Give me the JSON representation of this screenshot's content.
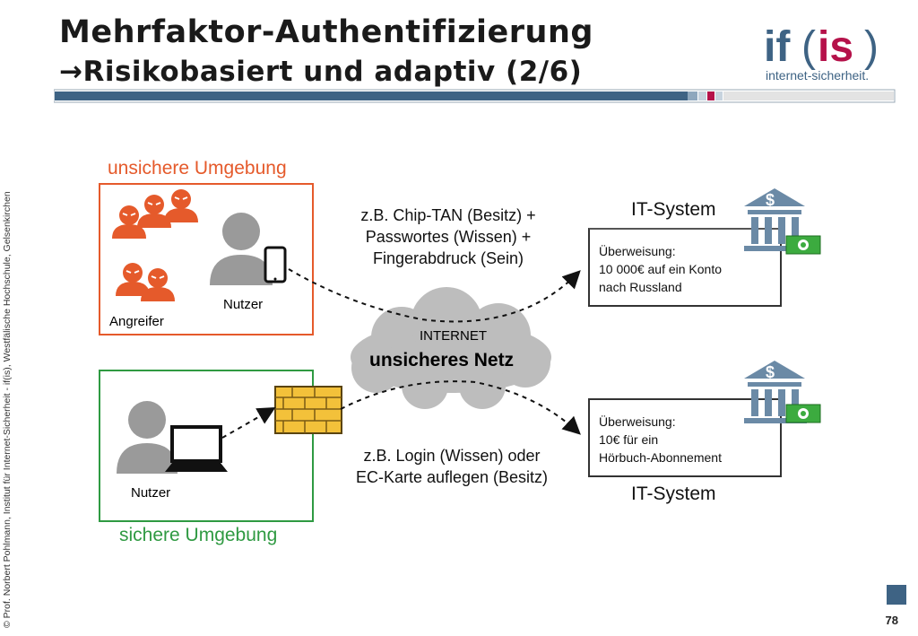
{
  "slide": {
    "title_line1": "Mehrfaktor-Authentifizierung",
    "title_line2_arrow": "→",
    "title_line2": "Risikobasiert und adaptiv (2/6)",
    "sidebar": "© Prof. Norbert Pohlmann, Institut für Internet-Sicherheit - if(is), Westfälische Hochschule, Gelsenkirchen",
    "page_number": "78"
  },
  "logo": {
    "mark_if": "if",
    "mark_is": "is",
    "tagline": "internet-sicherheit."
  },
  "diagram": {
    "unsafe_env_label": "unsichere Umgebung",
    "attacker_label": "Angreifer",
    "user_top_label": "Nutzer",
    "safe_env_label": "sichere Umgebung",
    "user_bottom_label": "Nutzer",
    "cloud_small": "INTERNET",
    "cloud_big": "unsicheres Netz",
    "top_note": [
      "z.B. Chip-TAN (Besitz) +",
      "Passwortes (Wissen) +",
      "Fingerabdruck (Sein)"
    ],
    "bottom_note": [
      "z.B. Login (Wissen) oder",
      "EC-Karte auflegen (Besitz)"
    ],
    "it_system_top": "IT-System",
    "it_system_bottom": "IT-System",
    "transfer_top": [
      "Überweisung:",
      "10 000€ auf ein Konto",
      "nach Russland"
    ],
    "transfer_bottom": [
      "Überweisung:",
      "10€ für ein",
      "Hörbuch-Abonnement"
    ],
    "bank_symbol": "$"
  },
  "colors": {
    "title": "#1a1a1a",
    "orange": "#e55a2b",
    "green": "#2f9a42",
    "grey_person": "#9a9a9a",
    "cloud": "#bdbdbd",
    "bank": "#6b8aa6",
    "accent_red": "#b5124a",
    "bar_blue": "#3e6384"
  },
  "icons": [
    "attacker-icon",
    "person-icon",
    "smartphone-icon",
    "laptop-icon",
    "firewall-icon",
    "cloud-icon",
    "bank-icon",
    "money-icon"
  ]
}
